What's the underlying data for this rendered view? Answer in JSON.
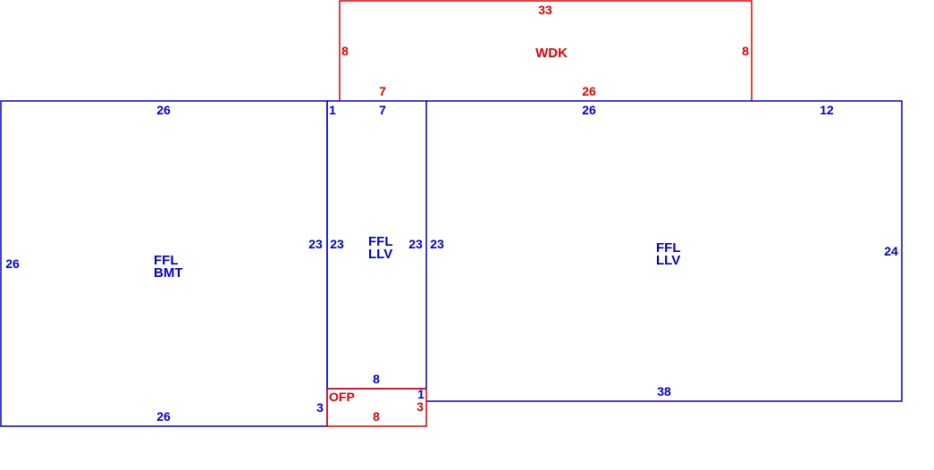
{
  "colors": {
    "living": "#0000cc",
    "other": "#dd0000"
  },
  "areas": {
    "bmt": {
      "line1": "FFL",
      "line2": "BMT",
      "dims": {
        "top": "26",
        "left": "26",
        "bottom": "26",
        "right": "23",
        "right_lower": "3"
      }
    },
    "llv_center": {
      "line1": "FFL",
      "line2": "LLV",
      "dims": {
        "top_left": "1",
        "top": "7",
        "left": "23",
        "right": "23",
        "bottom": "8"
      }
    },
    "llv_right": {
      "line1": "FFL",
      "line2": "LLV",
      "dims": {
        "left": "23",
        "top": "26",
        "top_right": "12",
        "right": "24",
        "bottom": "38",
        "bottom_left": "1"
      }
    },
    "wdk": {
      "label": "WDK",
      "dims": {
        "top": "33",
        "left": "8",
        "right": "8",
        "bottom_left": "7",
        "bottom_right": "26"
      }
    },
    "ofp": {
      "label": "OFP",
      "dims": {
        "bottom": "8",
        "right": "3"
      }
    }
  }
}
